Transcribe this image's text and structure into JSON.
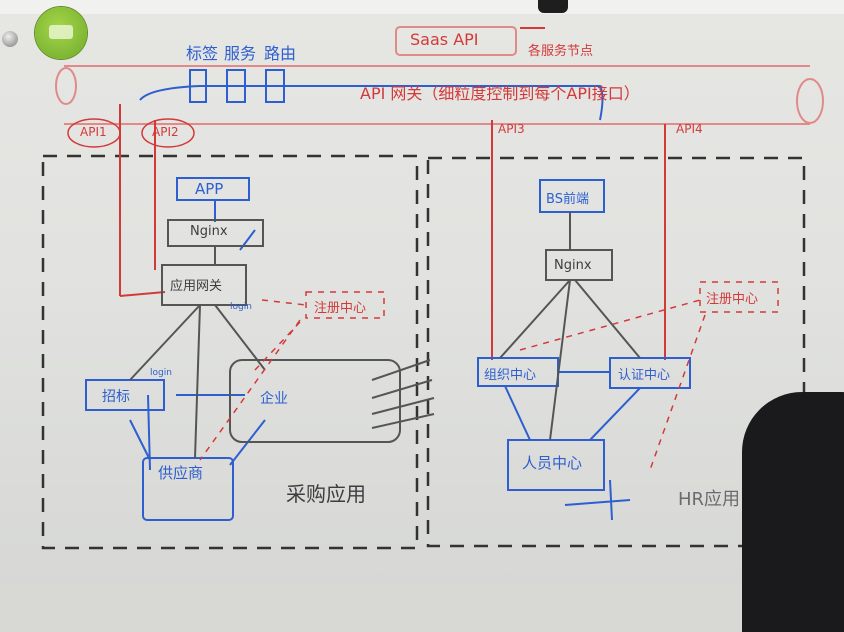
{
  "whiteboard": {
    "top_labels": [
      "标签",
      "服务",
      "路由"
    ],
    "saas_api": "Saas API",
    "nodes_note": "各服务节点",
    "gateway": "API 网关（细粒度控制到每个API接口）",
    "api_tags": [
      "API1",
      "API2",
      "API3",
      "API4"
    ],
    "left_group": {
      "app": "APP",
      "nginx": "Nginx",
      "app_gateway": "应用网关",
      "login": "login",
      "registry": "注册中心",
      "recruit": "招标",
      "recruit_login": "login",
      "company": "企业",
      "supplier": "供应商",
      "caption": "采购应用"
    },
    "right_group": {
      "bs": "BS前端",
      "nginx": "Nginx",
      "registry": "注册中心",
      "org": "组织中心",
      "cert": "认证中心",
      "person": "人员中心",
      "caption": "HR应用"
    }
  },
  "colors": {
    "blue_marker": "#2d5fd0",
    "red_marker": "#d23a3a",
    "black_marker": "#3d3d3d"
  }
}
